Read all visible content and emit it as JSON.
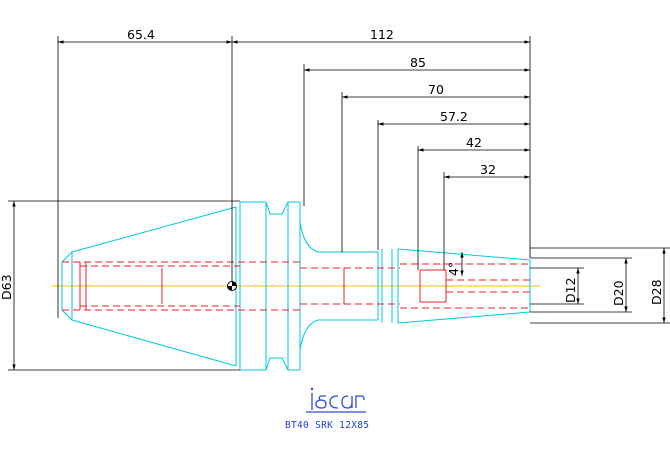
{
  "dimensions": {
    "horizontal": [
      "65.4",
      "112",
      "85",
      "70",
      "57.2",
      "42",
      "32"
    ],
    "angle": "4°",
    "diameters": [
      "D63",
      "D12",
      "D20",
      "D28"
    ]
  },
  "title_block": {
    "caption": "BT40 SRK 12X85"
  },
  "colors": {
    "outline": "#00c8e0",
    "hidden_lines": "#e8202a",
    "centerline": "#f0c000",
    "dimension": "#000000",
    "logo": "#2a4fd8"
  },
  "icons": {
    "logo": "iscar-logo-icon",
    "reference_point": "gauge-point-icon"
  }
}
